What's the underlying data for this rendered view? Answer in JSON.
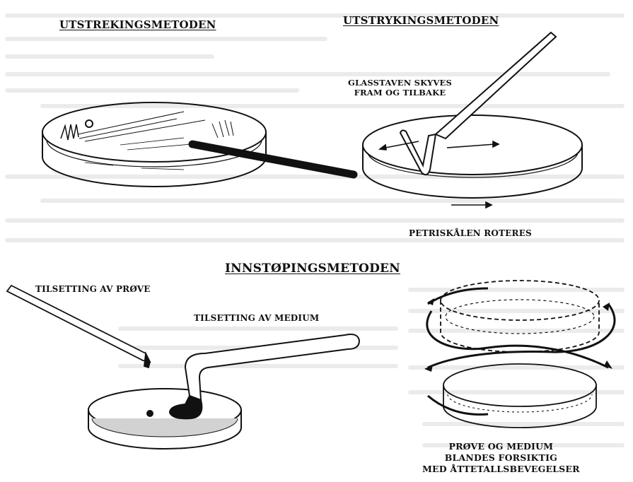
{
  "titles": {
    "streak": "UTSTREKINGSMETODEN",
    "spread": "UTSTRYKINGSMETODEN",
    "pour": "INNSTØPINGSMETODEN"
  },
  "labels": {
    "glass_rod": "GLASSTAVEN SKYVES\nFRAM OG TILBAKE",
    "dish_rotates": "PETRISKÅLEN ROTERES",
    "add_sample": "TILSETTING AV PRØVE",
    "add_medium": "TILSETTING AV MEDIUM",
    "mix": "PRØVE OG MEDIUM\nBLANDES FORSIKTIG\nMED ÅTTETALLSBEVEGELSER"
  },
  "colors": {
    "ink": "#111111",
    "ghost_text": "#c8c8c8",
    "shadow": "#e6e6e6"
  }
}
